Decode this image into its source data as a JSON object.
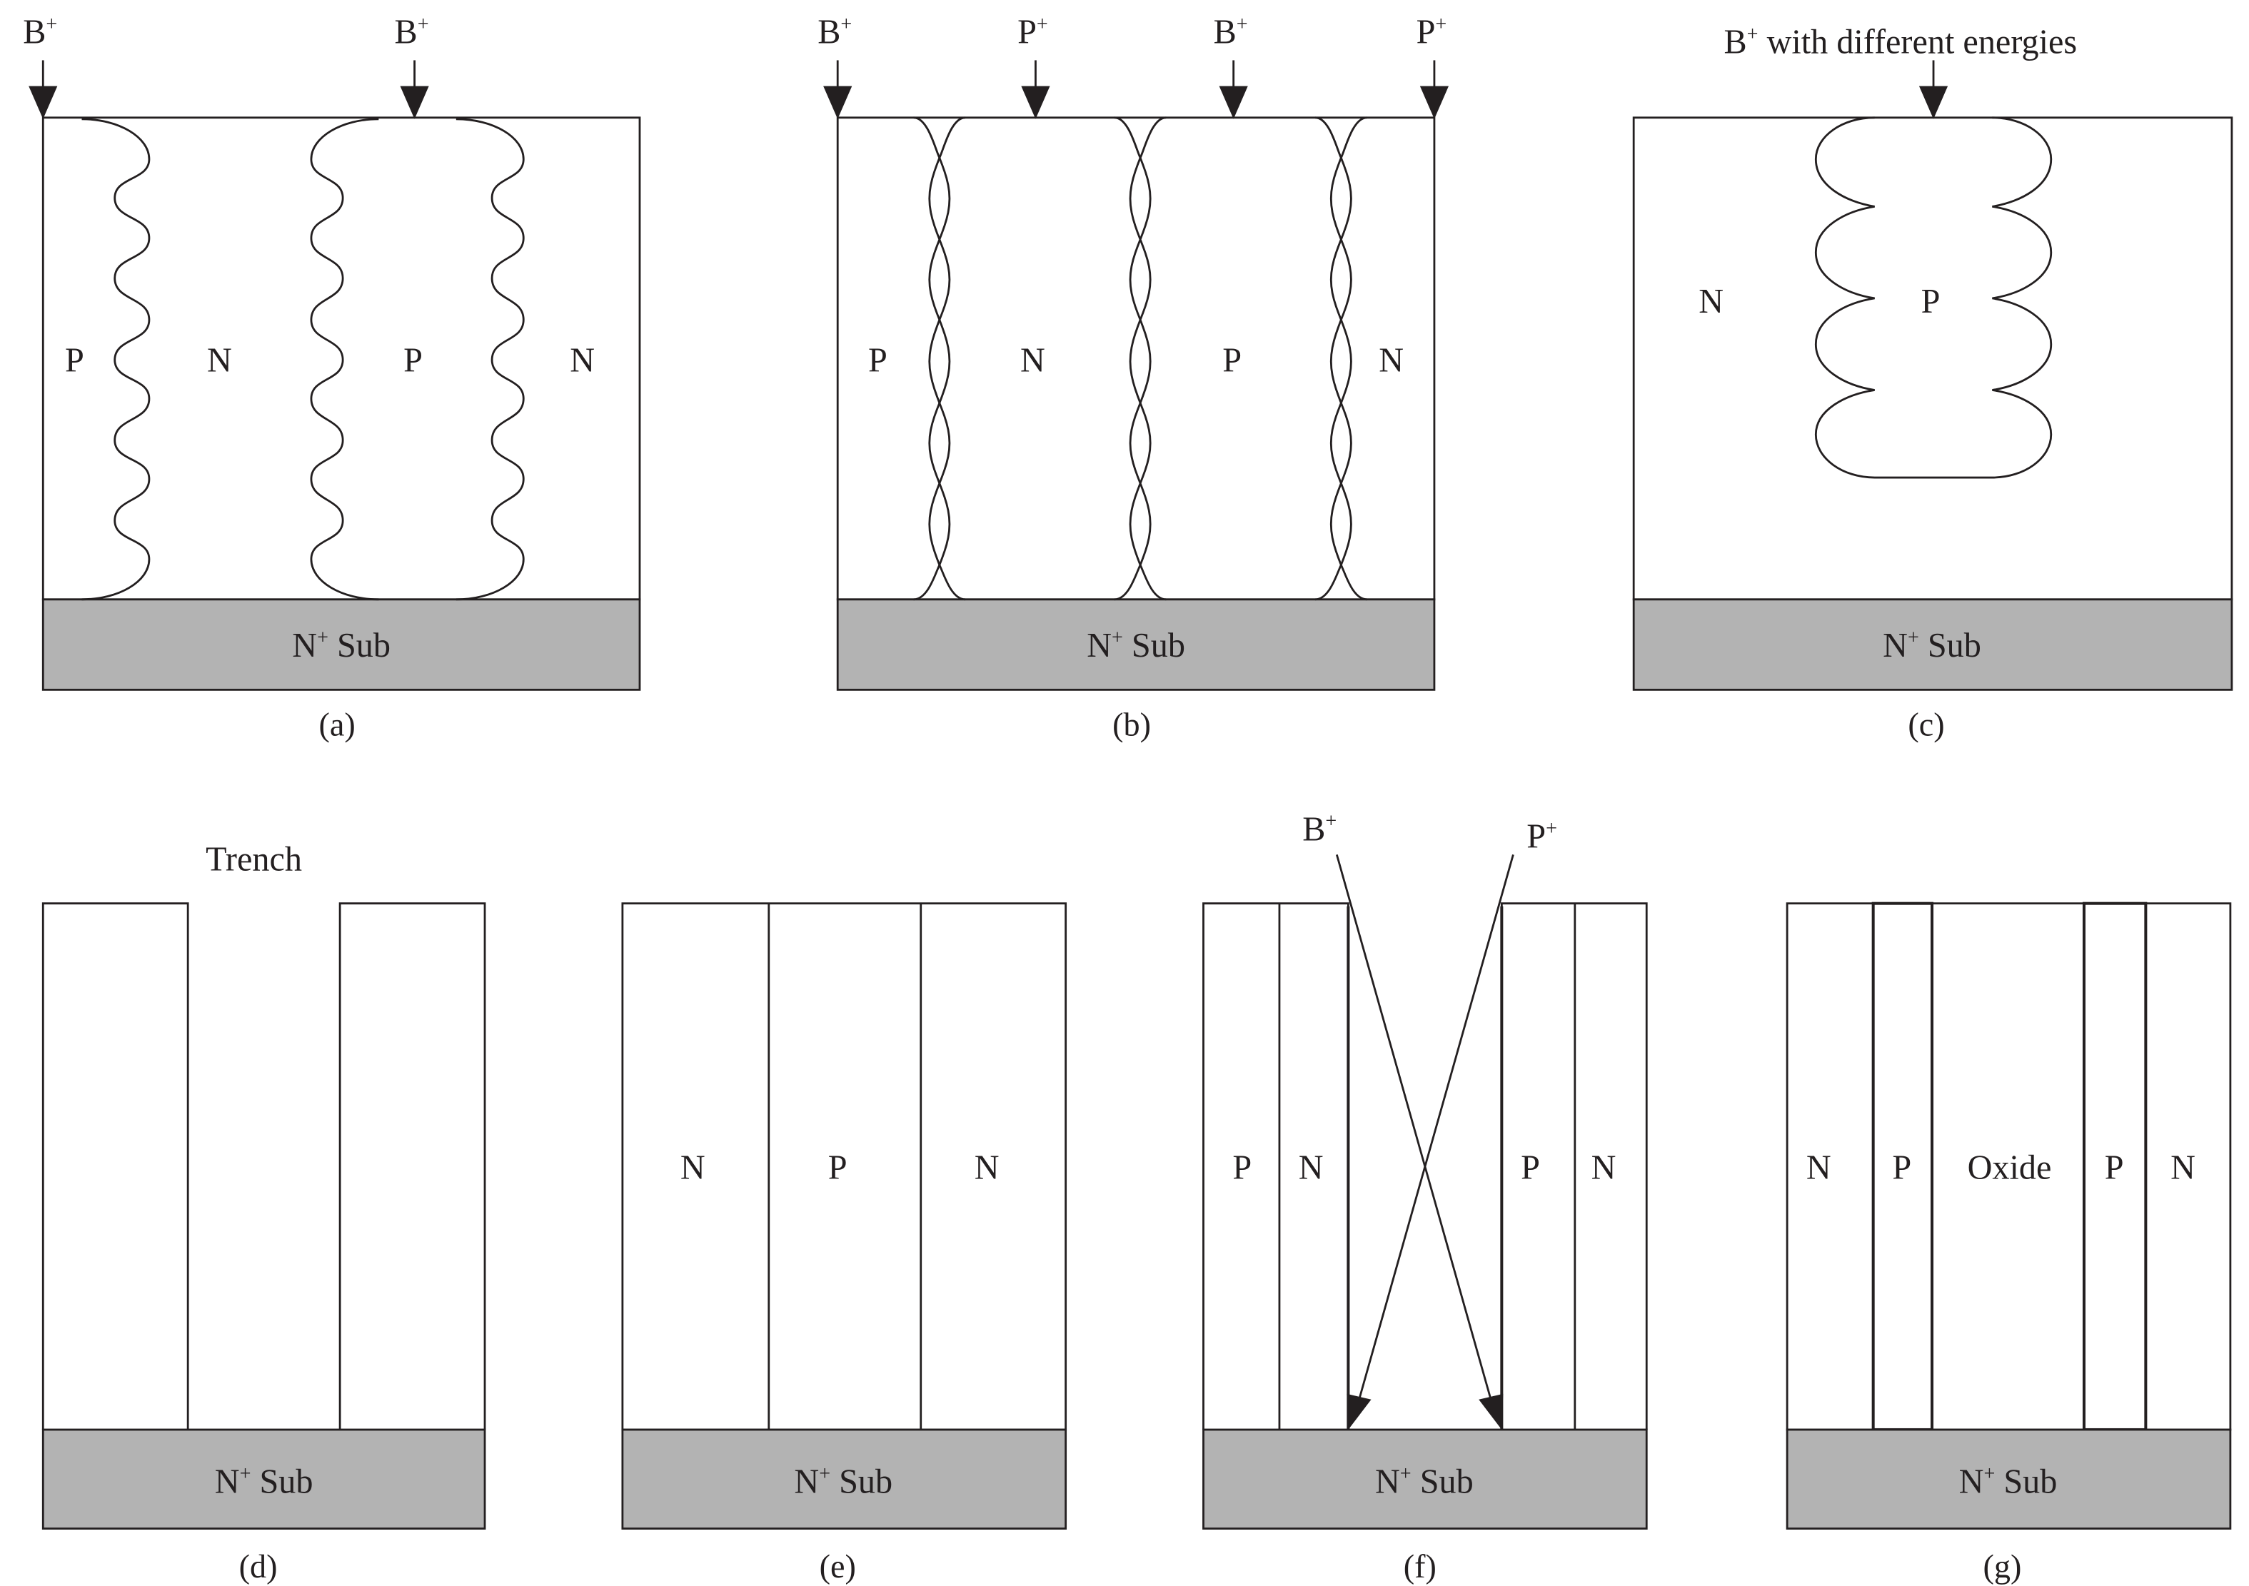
{
  "colors": {
    "substrate": "#b3b3b3",
    "line": "#231f20"
  },
  "substrate_label": {
    "base": "N",
    "sup": "+",
    "rest": " Sub"
  },
  "panels": {
    "a": {
      "caption": "(a)",
      "ions": [
        {
          "base": "B",
          "sup": "+"
        },
        {
          "base": "B",
          "sup": "+"
        }
      ],
      "regions": [
        "P",
        "N",
        "P",
        "N"
      ]
    },
    "b": {
      "caption": "(b)",
      "ions": [
        {
          "base": "B",
          "sup": "+"
        },
        {
          "base": "P",
          "sup": "+"
        },
        {
          "base": "B",
          "sup": "+"
        },
        {
          "base": "P",
          "sup": "+"
        }
      ],
      "regions": [
        "P",
        "N",
        "P",
        "N"
      ]
    },
    "c": {
      "caption": "(c)",
      "ion": {
        "base": "B",
        "sup": "+",
        "rest": " with different energies"
      },
      "regions": [
        "N",
        "P"
      ]
    },
    "d": {
      "caption": "(d)",
      "label": "Trench"
    },
    "e": {
      "caption": "(e)",
      "regions": [
        "N",
        "P",
        "N"
      ]
    },
    "f": {
      "caption": "(f)",
      "ions": [
        {
          "base": "B",
          "sup": "+"
        },
        {
          "base": "P",
          "sup": "+"
        }
      ],
      "regions": [
        "P",
        "N",
        "P",
        "N"
      ]
    },
    "g": {
      "caption": "(g)",
      "regions": [
        "N",
        "P",
        "Oxide",
        "P",
        "N"
      ]
    }
  }
}
